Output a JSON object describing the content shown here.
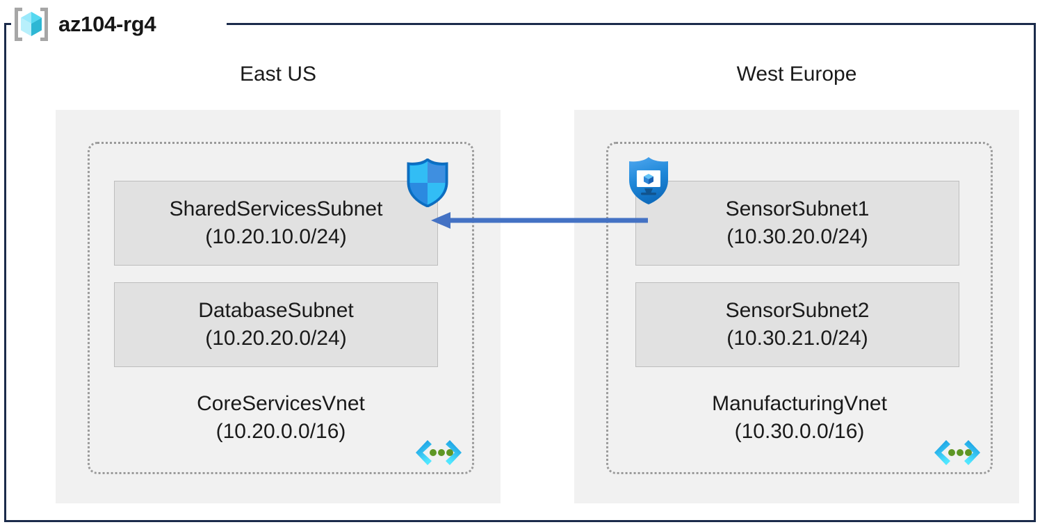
{
  "resource_group": {
    "name": "az104-rg4",
    "icon": "resource-group-cube-icon",
    "frame_color": "#1b2b4b"
  },
  "regions": [
    {
      "id": "east",
      "label": "East US"
    },
    {
      "id": "west",
      "label": "West Europe"
    }
  ],
  "vnets": [
    {
      "id": "core",
      "region": "east",
      "name": "CoreServicesVnet",
      "address_space": "(10.20.0.0/16)",
      "icon": "virtual-network-icon",
      "subnets": [
        {
          "name": "SharedServicesSubnet",
          "address_prefix": "(10.20.10.0/24)"
        },
        {
          "name": "DatabaseSubnet",
          "address_prefix": "(10.20.20.0/24)"
        }
      ]
    },
    {
      "id": "manufacturing",
      "region": "west",
      "name": "ManufacturingVnet",
      "address_space": "(10.30.0.0/16)",
      "icon": "virtual-network-icon",
      "subnets": [
        {
          "name": "SensorSubnet1",
          "address_prefix": "(10.30.20.0/24)"
        },
        {
          "name": "SensorSubnet2",
          "address_prefix": "(10.30.21.0/24)"
        }
      ]
    }
  ],
  "annotations": {
    "nsg_icon": "network-security-group-shield-icon",
    "asg_icon": "application-security-group-shield-icon",
    "peering_arrow": "vnet-peering-arrow-icon",
    "peering_arrow_color": "#4472c4"
  },
  "palette": {
    "frame": "#1b2b4b",
    "region_fill": "#f1f1f1",
    "vnet_border": "#9a9a9a",
    "subnet_fill": "#e1e1e1",
    "subnet_border": "#bdbdbd",
    "accent_blue": "#4472c4",
    "azure_cyan": "#50e6ff",
    "azure_blue": "#0078d4",
    "vnet_dot_green": "#5e9624"
  }
}
